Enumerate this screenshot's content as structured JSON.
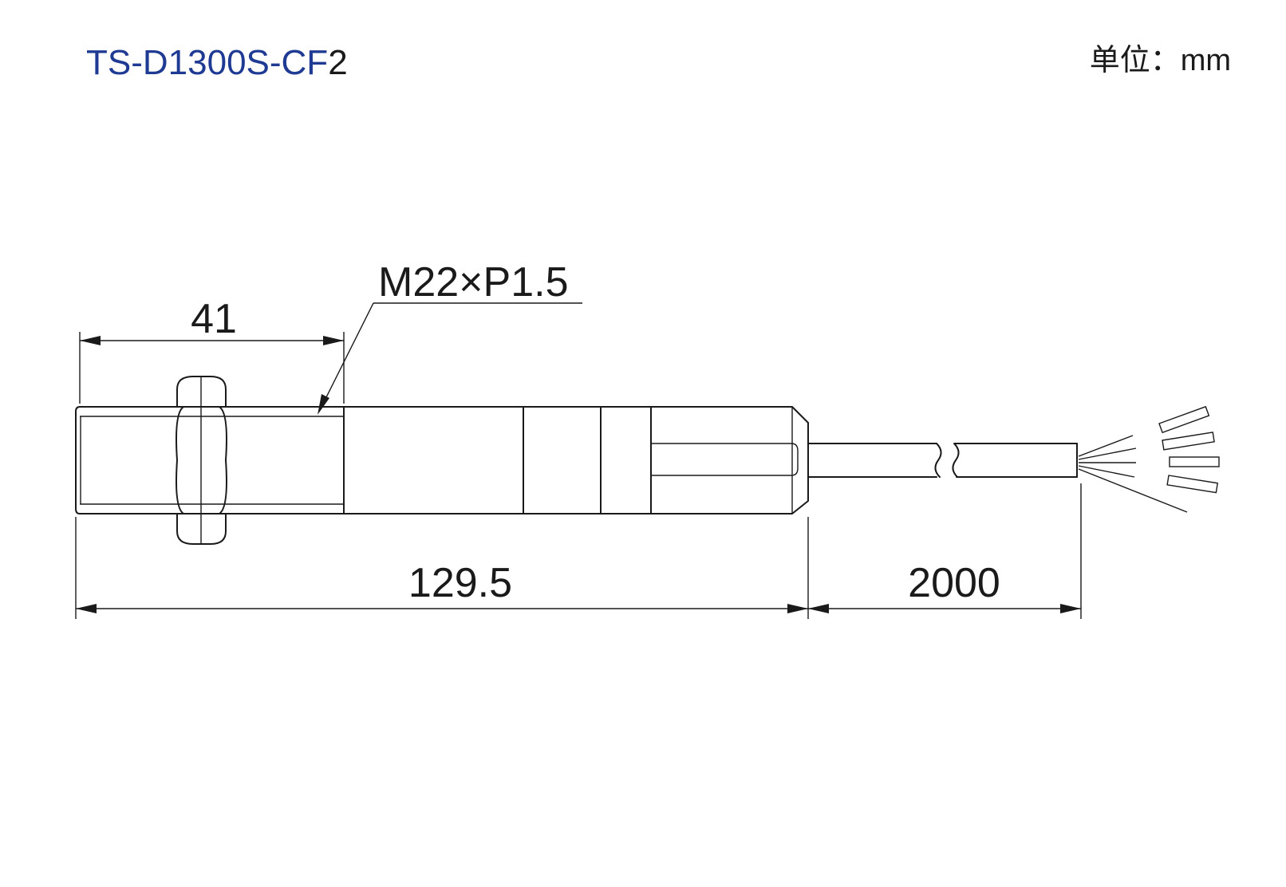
{
  "title": {
    "model_prefix": "TS-D1300S-CF",
    "model_suffix": "2",
    "prefix_color": "#1f3a93",
    "suffix_color": "#1a1a1a"
  },
  "unit_label": "单位：mm",
  "dimensions": {
    "thread_spec": "M22×P1.5",
    "thread_length": "41",
    "body_length": "129.5",
    "cable_length": "2000"
  },
  "colors": {
    "line": "#1a1a1a",
    "background": "#ffffff"
  }
}
